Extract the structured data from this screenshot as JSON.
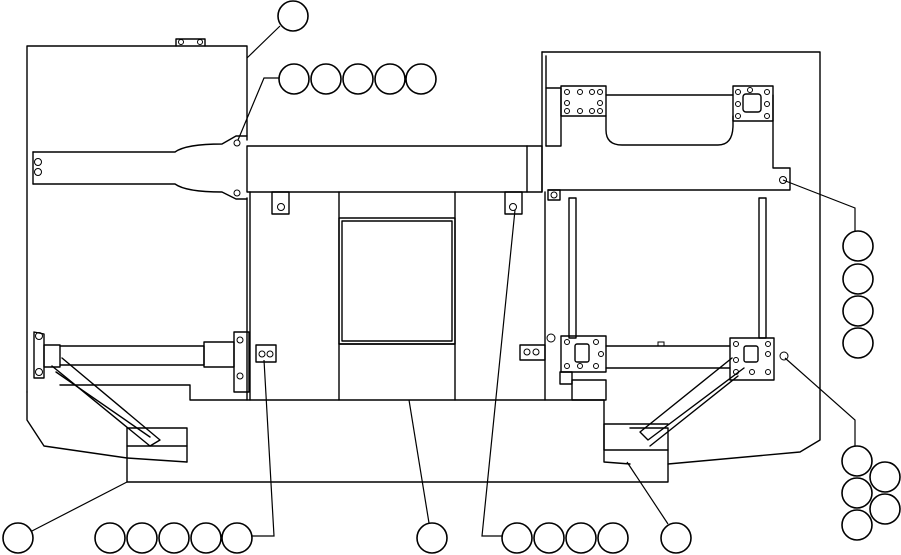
{
  "diagram": {
    "description_visible_text": "",
    "callout_groups": [
      {
        "id": "top",
        "count": 1,
        "labels": [
          ""
        ]
      },
      {
        "id": "upper-row",
        "count": 5,
        "labels": [
          "",
          "",
          "",
          "",
          ""
        ]
      },
      {
        "id": "right-column",
        "count": 4,
        "labels": [
          "",
          "",
          "",
          ""
        ]
      },
      {
        "id": "lower-right-cluster",
        "count": 5,
        "labels": [
          "",
          "",
          "",
          "",
          ""
        ]
      },
      {
        "id": "bottom-left",
        "count": 1,
        "labels": [
          ""
        ]
      },
      {
        "id": "bottom-row-left",
        "count": 5,
        "labels": [
          "",
          "",
          "",
          "",
          ""
        ]
      },
      {
        "id": "bottom-center",
        "count": 1,
        "labels": [
          ""
        ]
      },
      {
        "id": "bottom-row-right",
        "count": 4,
        "labels": [
          "",
          "",
          "",
          ""
        ]
      },
      {
        "id": "bottom-right",
        "count": 1,
        "labels": [
          ""
        ]
      }
    ],
    "colors": {
      "line": "#000000",
      "background": "#ffffff"
    }
  }
}
